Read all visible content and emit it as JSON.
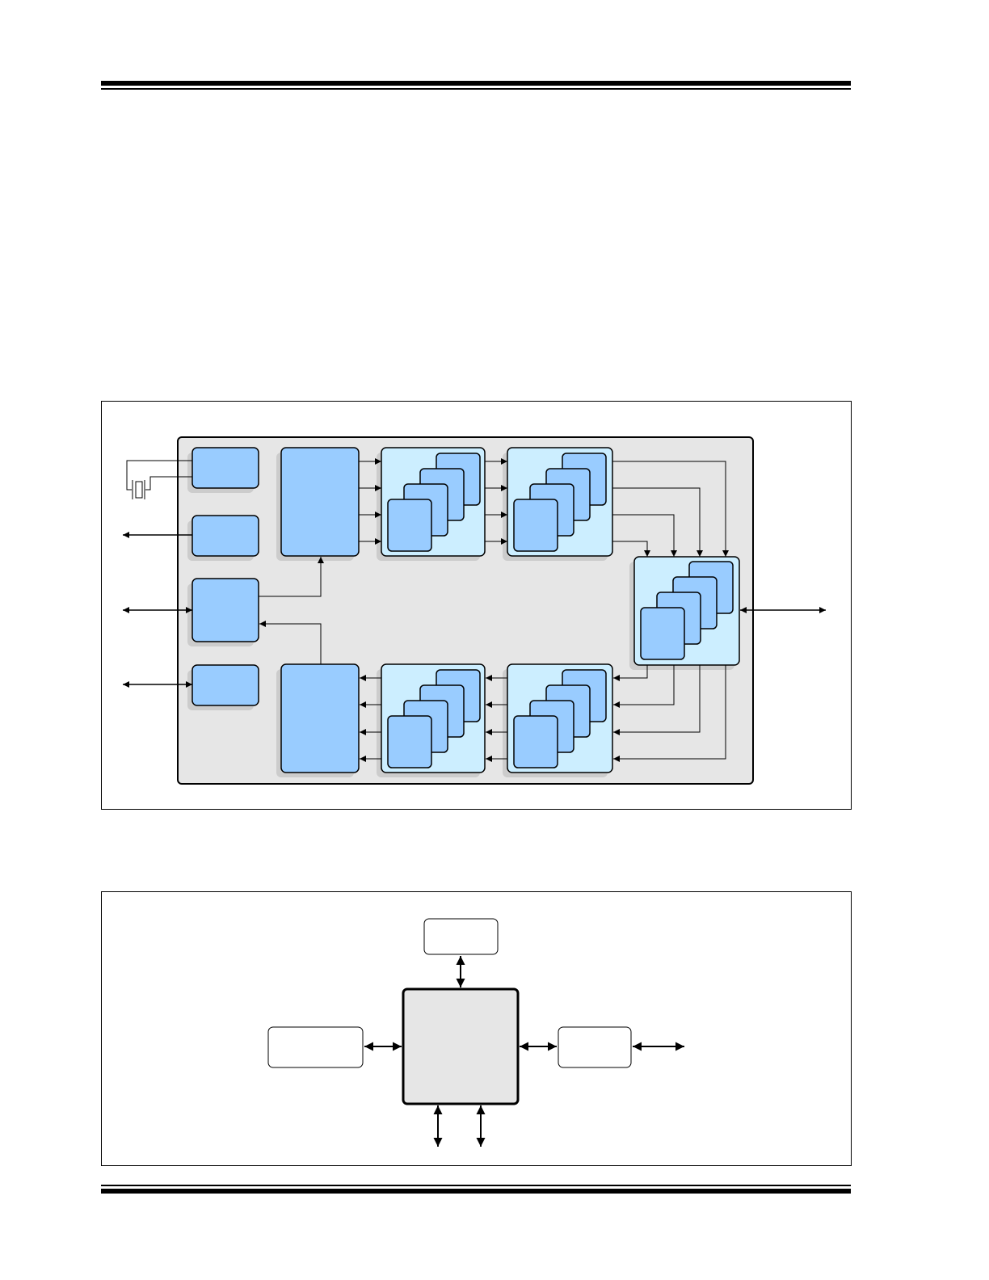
{
  "page": {
    "width": 1224,
    "height": 1584,
    "background": "#ffffff"
  },
  "colors": {
    "block_fill": "#99ccff",
    "group_fill": "#cceeff",
    "chip_fill": "#e6e6e6",
    "shadow": "#cccccc",
    "stroke": "#000000",
    "rule": "#000000"
  },
  "figure_1": {
    "kind": "device-block-diagram",
    "icons": [
      "crystal-oscillator-icon"
    ],
    "labels": []
  },
  "figure_2": {
    "kind": "system-connection-diagram",
    "labels": []
  }
}
